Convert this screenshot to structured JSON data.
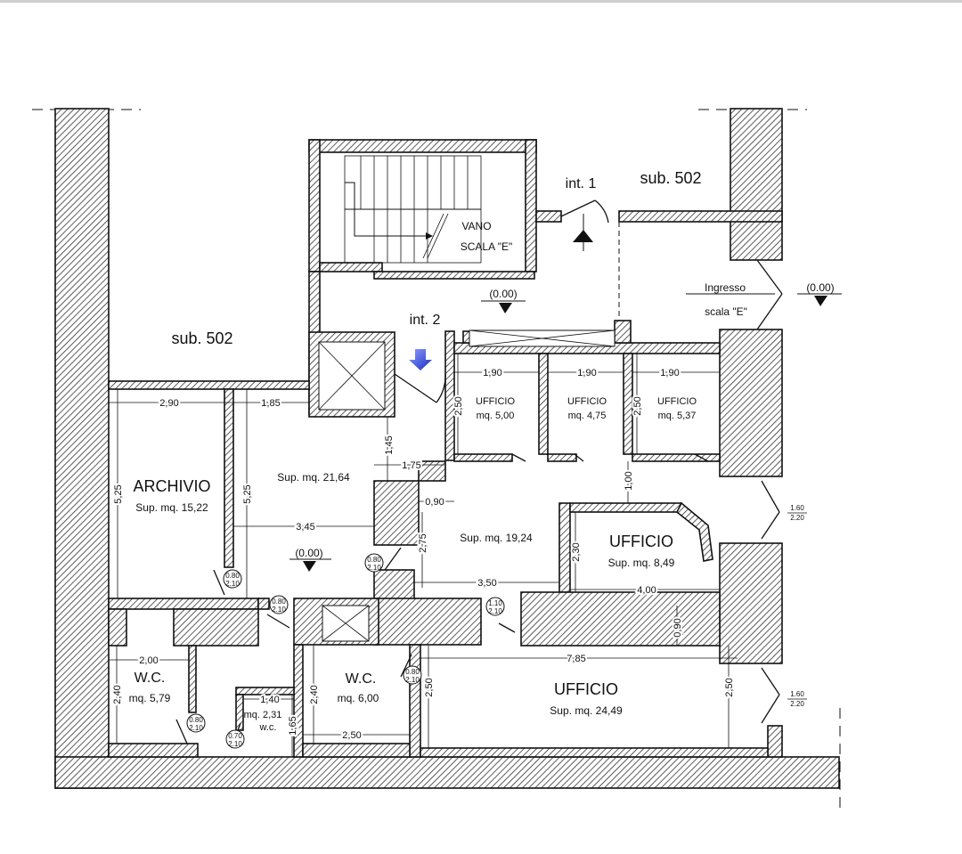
{
  "labels": {
    "sub_left": "sub. 502",
    "sub_right": "sub. 502",
    "int1": "int. 1",
    "int2": "int. 2",
    "vano": "VANO",
    "scala": "SCALA \"E\"",
    "ingresso": "Ingresso",
    "ingresso_scala": "scala \"E\"",
    "level": "(0.00)"
  },
  "rooms": {
    "archivio": {
      "name": "ARCHIVIO",
      "area": "Sup. mq. 15,22"
    },
    "hall": {
      "area": "Sup. mq. 21,64"
    },
    "ufficio1": {
      "name": "UFFICIO",
      "area": "mq. 5,00"
    },
    "ufficio2": {
      "name": "UFFICIO",
      "area": "mq. 4,75"
    },
    "ufficio3": {
      "name": "UFFICIO",
      "area": "mq. 5,37"
    },
    "corridor": {
      "area": "Sup. mq. 19,24"
    },
    "ufficio4": {
      "name": "UFFICIO",
      "area": "Sup. mq. 8,49"
    },
    "wc1": {
      "name": "W.C.",
      "area": "mq. 5,79"
    },
    "wc2": {
      "name": "w.c.",
      "area": "mq. 2,31"
    },
    "wc3": {
      "name": "W.C.",
      "area": "mq. 6,00"
    },
    "ufficio5": {
      "name": "UFFICIO",
      "area": "Sup. mq. 24,49"
    }
  },
  "dims": {
    "d290": "2,90",
    "d185": "1,85",
    "d525a": "5,25",
    "d525b": "5,25",
    "d345": "3,45",
    "d145": "1,45",
    "d175": "1,75",
    "d090a": "0,90",
    "d275": "2,75",
    "d350": "3,50",
    "d190a": "1,90",
    "d190b": "1,90",
    "d190c": "1,90",
    "d250a": "2,50",
    "d250b": "2,50",
    "d100": "1,00",
    "d230": "2,30",
    "d400": "4,00",
    "d090b": "0,90",
    "d785": "7,85",
    "d250c": "2,50",
    "d250d": "2,50",
    "d200": "2,00",
    "d240a": "2,40",
    "d140": "1,40",
    "d165": "1,65",
    "d240b": "2,40",
    "d250e": "2,50"
  },
  "doors": {
    "w080": "0.80",
    "w070": "0.70",
    "w110": "1.10",
    "w160": "1.60",
    "h210": "2.10",
    "h220": "2.20"
  },
  "colors": {
    "wall": "#111111",
    "arrow": "#2f3fd6"
  }
}
